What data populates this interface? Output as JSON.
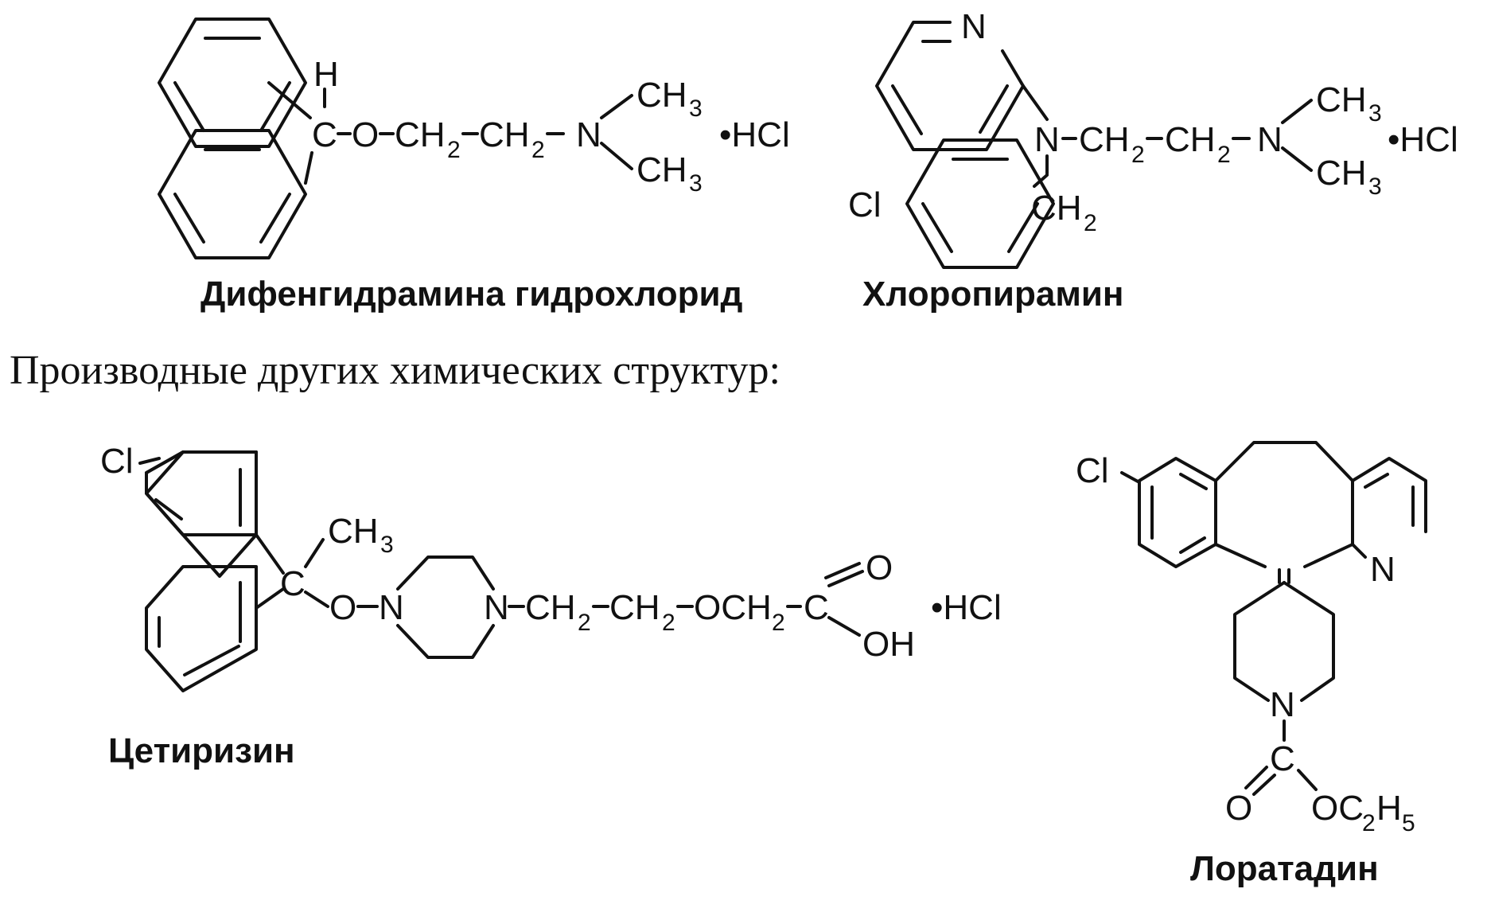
{
  "heading": "Производные других химических структур:",
  "molecules": {
    "diphenhydramine": {
      "caption": "Дифенгидрамина гидрохлорид",
      "atoms": {
        "h": "H",
        "c": "C",
        "o1": "O",
        "ch2a": "CH",
        "ch2b": "CH",
        "two": "2",
        "n": "N",
        "ch3": "CH",
        "three": "3",
        "salt": "•HCl"
      }
    },
    "chloropyramine": {
      "caption": "Хлоропирамин",
      "atoms": {
        "npy": "N",
        "cl": "Cl",
        "n": "N",
        "ch2": "CH",
        "two": "2",
        "n2": "N",
        "ch3": "CH",
        "three": "3",
        "salt": "•HCl"
      }
    },
    "cetirizine": {
      "caption": "Цетиризин",
      "atoms": {
        "cl": "Cl",
        "ch3": "CH",
        "three": "3",
        "c": "C",
        "o": "O",
        "n": "N",
        "ch2": "CH",
        "two": "2",
        "och2": "OCH",
        "o_dbl": "O",
        "oh": "OH",
        "salt": "•HCl"
      }
    },
    "loratadine": {
      "caption": "Лоратадин",
      "atoms": {
        "cl": "Cl",
        "npy": "N",
        "n": "N",
        "c": "C",
        "o": "O",
        "oc2h5": "OC",
        "two": "2",
        "h": "H",
        "five": "5"
      }
    }
  }
}
